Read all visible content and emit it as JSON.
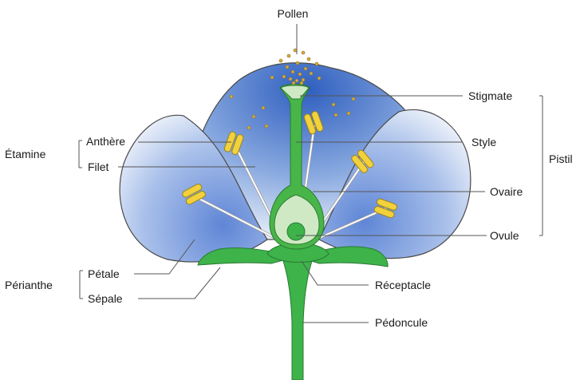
{
  "labels": {
    "pollen": "Pollen",
    "stigmate": "Stigmate",
    "style": "Style",
    "ovaire": "Ovaire",
    "ovule": "Ovule",
    "pistil": "Pistil",
    "etamine": "Étamine",
    "anthere": "Anthère",
    "filet": "Filet",
    "perianthe": "Périanthe",
    "petale": "Pétale",
    "sepale": "Sépale",
    "receptacle": "Réceptacle",
    "pedoncule": "Pédoncule"
  },
  "colors": {
    "petal_dark": "#3f6fc9",
    "petal_light": "#eef3fb",
    "stem_green": "#3db34a",
    "pistil_light": "#cfe9c4",
    "anther_yellow": "#f2d13b",
    "pollen_gold": "#c9a23a"
  }
}
